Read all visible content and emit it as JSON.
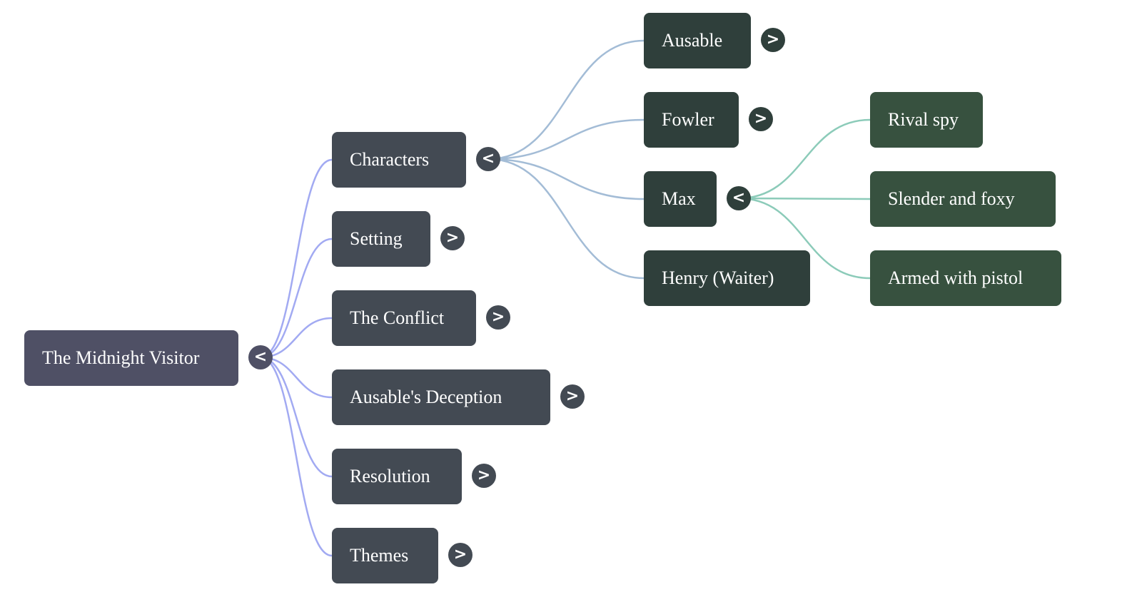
{
  "colors": {
    "root": "#4f5065",
    "level1": "#434a53",
    "level2": "#2f3f3b",
    "level3": "#37513f",
    "edge_root": "#a2aaf2",
    "edge_characters": "#a3bcd6",
    "edge_max": "#8ccbb9"
  },
  "root": {
    "label": "The Midnight Visitor",
    "toggle": "<"
  },
  "branches": [
    {
      "label": "Characters",
      "toggle": "<"
    },
    {
      "label": "Setting",
      "toggle": ">"
    },
    {
      "label": "The Conflict",
      "toggle": ">"
    },
    {
      "label": "Ausable's Deception",
      "toggle": ">"
    },
    {
      "label": "Resolution",
      "toggle": ">"
    },
    {
      "label": "Themes",
      "toggle": ">"
    }
  ],
  "characters": [
    {
      "label": "Ausable",
      "toggle": ">"
    },
    {
      "label": "Fowler",
      "toggle": ">"
    },
    {
      "label": "Max",
      "toggle": "<"
    },
    {
      "label": "Henry (Waiter)",
      "toggle": ""
    }
  ],
  "max_details": [
    {
      "label": "Rival spy"
    },
    {
      "label": "Slender and foxy"
    },
    {
      "label": "Armed with pistol"
    }
  ]
}
